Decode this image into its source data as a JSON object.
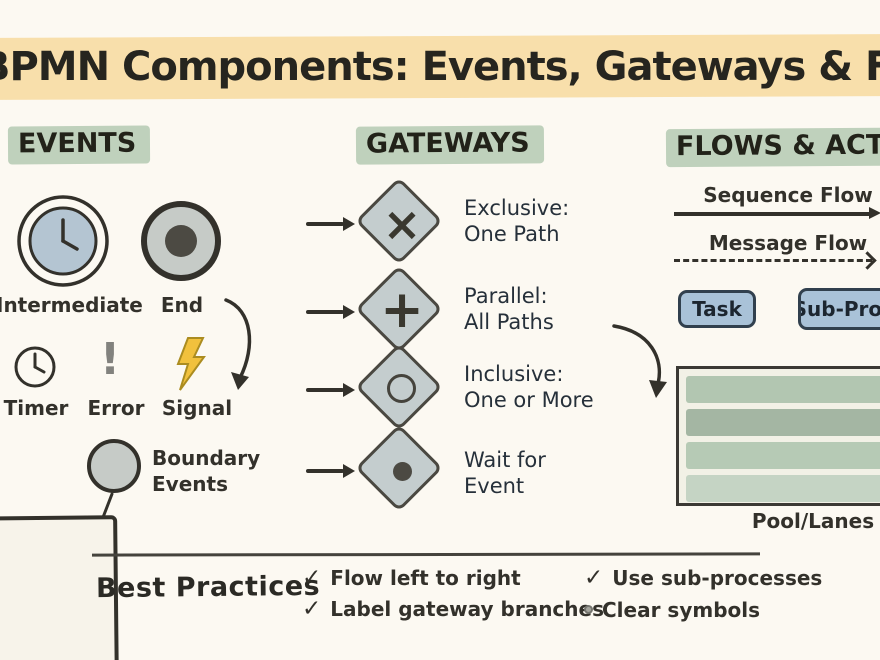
{
  "title": "BPMN Components: Events, Gateways & Flows",
  "events": {
    "header": "EVENTS",
    "intermediate_label": "Intermediate",
    "end_label": "End",
    "timer_label": "Timer",
    "error_label": "Error",
    "error_mark": "!",
    "signal_label": "Signal",
    "boundary_line1": "Boundary",
    "boundary_line2": "Events"
  },
  "gateways": {
    "header": "GATEWAYS",
    "items": [
      {
        "symbol": "×",
        "line1": "Exclusive:",
        "line2": "One Path"
      },
      {
        "symbol": "+",
        "line1": "Parallel:",
        "line2": "All Paths"
      },
      {
        "line1": "Inclusive:",
        "line2": "One or More"
      },
      {
        "line1": "Wait for",
        "line2": "Event"
      }
    ]
  },
  "flows": {
    "header": "FLOWS & ACTIVITIES",
    "sequence_flow": "Sequence Flow",
    "message_flow": "Message Flow",
    "task": "Task",
    "subprocess": "Sub-Process",
    "pool": "Pool/Lanes"
  },
  "best_practices": {
    "title": "Best Practices",
    "check": "✓",
    "items": [
      "Flow left to right",
      "Label gateway branches",
      "Use sub-processes",
      "Clear symbols"
    ]
  },
  "colors": {
    "bg": "#fcf9f2",
    "ink": "#33312b",
    "title_highlight": "#f8dfab",
    "header_highlight": "#bfd1bc",
    "event_blue": "#b4c5d2",
    "end_fill": "#c6cbc7",
    "dark_dot": "#4c4a43",
    "diamond_fill": "#c4cdce",
    "task_blue": "#a9c2d8",
    "pool_green": "#b2c6b1",
    "signal_yellow": "#f1c13d",
    "error_gray": "#82827e",
    "text_dark": "#26303a"
  }
}
